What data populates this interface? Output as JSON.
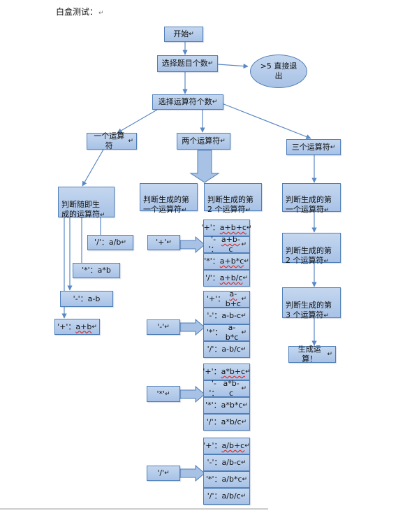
{
  "title": "白盒测试：",
  "paragraph_mark": "↵",
  "nodes": {
    "start": "开始",
    "select_count": "选择题目个数",
    "exit": ">5 直接退\n出",
    "select_ops": "选择运算符个数",
    "one_op": "一个运算符",
    "two_op": "两个运算符",
    "three_op": "三个运算符",
    "one_judge": "判断随即生\n成的运算符",
    "two_first": "判断生成的第\n一个运算符",
    "two_second": "判断生成的第\n2 个运算符",
    "three_first": "判断生成的第\n一个运算符",
    "three_second": "判断生成的第\n2 个运算符",
    "three_third": "判断生成的第\n3 个运算符",
    "generate": "生成运算！"
  },
  "one_op_results": [
    {
      "key": "div",
      "label": "'/'：",
      "expr": "a/b"
    },
    {
      "key": "mul",
      "label": "'*'：",
      "expr": "a*b"
    },
    {
      "key": "sub",
      "label": "'-'：",
      "expr": "a-b"
    },
    {
      "key": "add",
      "label": "'+'：",
      "expr": "a+b"
    }
  ],
  "two_op_groups": [
    {
      "label": "'+'",
      "items": [
        {
          "label": "'+'：",
          "expr": "a+b+c"
        },
        {
          "label": "'-'：",
          "expr": "a+b-c"
        },
        {
          "label": "'*'：",
          "expr": "a+b*c"
        },
        {
          "label": "'/'：",
          "expr": "a+b/c"
        }
      ]
    },
    {
      "label": "'-'",
      "items": [
        {
          "label": "'+'：",
          "expr": "a-b+c"
        },
        {
          "label": "'-'：",
          "expr": "a-b-c"
        },
        {
          "label": "'*'：",
          "expr": "a-b*c"
        },
        {
          "label": "'/'：",
          "expr": "a-b/c"
        }
      ]
    },
    {
      "label": "'*'",
      "items": [
        {
          "label": "'+'：",
          "expr": "a*b+c"
        },
        {
          "label": "'-'：",
          "expr": "a*b-c"
        },
        {
          "label": "'*'：",
          "expr": "a*b*c"
        },
        {
          "label": "'/'：",
          "expr": "a*b/c"
        }
      ]
    },
    {
      "label": "'/'",
      "items": [
        {
          "label": "'+'：",
          "expr": "a/b+c"
        },
        {
          "label": "'-'：",
          "expr": "a/b-c"
        },
        {
          "label": "'*'：",
          "expr": "a/b*c"
        },
        {
          "label": "'/'：",
          "expr": "a/b/c"
        }
      ]
    }
  ],
  "colors": {
    "box_fill_top": "#c4d7ef",
    "box_fill_bottom": "#a8c2e6",
    "box_border": "#4f7fb8",
    "connector": "#5a88c4"
  }
}
